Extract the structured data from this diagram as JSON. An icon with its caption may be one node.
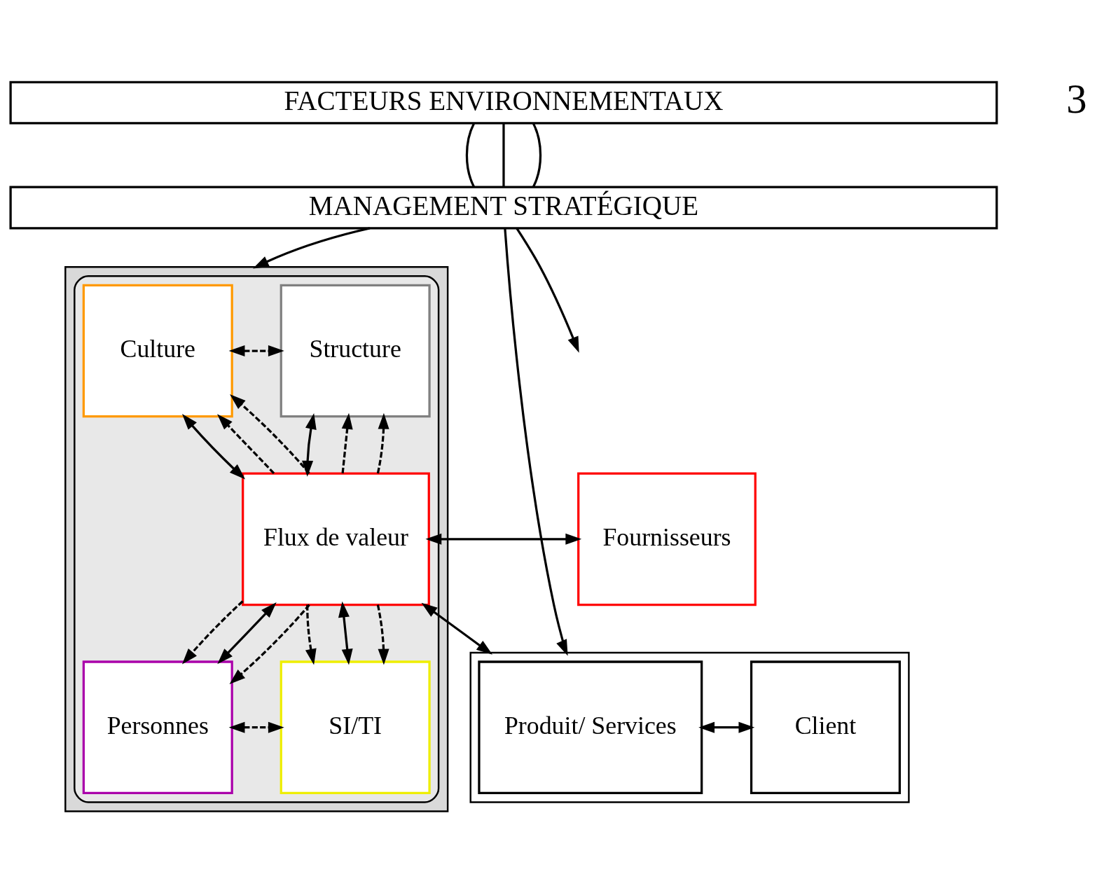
{
  "diagram": {
    "nodes": [
      {
        "text": [
          "FACTEURS ENVIRONNEMENTAUX"
        ]
      },
      {
        "text": [
          "MANAGEMENT STRATÉGIQUE"
        ]
      },
      {
        "text": [],
        "shape": "box"
      },
      {
        "text": [],
        "shape": "octagon",
        "in": 2
      },
      {
        "text": [
          "Culture"
        ],
        "in": 3
      },
      {
        "text": [
          "Structure"
        ],
        "in": 3
      },
      {
        "text": [
          "Flux de valeur"
        ],
        "in": 3
      },
      {
        "text": [
          "Personnes"
        ],
        "in": 3
      },
      {
        "text": [
          "SI/TI"
        ],
        "in": 3
      },
      {
        "text": [
          "Fournisseurs"
        ]
      },
      {
        "text": [],
        "shape": "box"
      },
      {
        "text": [
          "Produit/ Services"
        ],
        "in": 10
      },
      {
        "text": [
          "Client"
        ],
        "in": 10
      }
    ],
    "edges": [
      {
        "from": 0,
        "to": 1,
        "arrow": "none"
      },
      {
        "from": 0,
        "to": 1,
        "arrow": "none"
      },
      {
        "from": 0,
        "to": 1,
        "arrow": "none"
      },
      {
        "from": 1,
        "to": null,
        "arrow": "to"
      },
      {
        "from": 1,
        "to": 2,
        "arrow": "to"
      },
      {
        "from": 1,
        "to": 10,
        "arrow": "to"
      },
      {
        "from": 4,
        "to": 5,
        "arrow": "both",
        "style": "dashed"
      },
      {
        "from": 6,
        "to": 4,
        "arrow": "to",
        "style": "dashed"
      },
      {
        "from": 6,
        "to": 5,
        "arrow": "to",
        "style": "dashed"
      },
      {
        "from": 6,
        "to": 4,
        "arrow": "to",
        "style": "dashed"
      },
      {
        "from": 4,
        "to": 6,
        "arrow": "both"
      },
      {
        "from": 6,
        "to": 5,
        "arrow": "to",
        "style": "dashed"
      },
      {
        "from": 5,
        "to": 6,
        "arrow": "both"
      },
      {
        "from": 9,
        "to": 6,
        "arrow": "both"
      },
      {
        "from": 6,
        "to": 10,
        "arrow": "both"
      },
      {
        "from": 6,
        "to": 7,
        "arrow": "to",
        "style": "dashed"
      },
      {
        "from": 6,
        "to": 7,
        "arrow": "both"
      },
      {
        "from": 6,
        "to": 8,
        "arrow": "to",
        "style": "dashed"
      },
      {
        "from": 6,
        "to": 8,
        "arrow": "both"
      },
      {
        "from": 6,
        "to": 7,
        "arrow": "to",
        "style": "dashed"
      },
      {
        "from": 6,
        "to": 8,
        "arrow": "to",
        "style": "dashed"
      },
      {
        "from": 7,
        "to": 8,
        "arrow": "both",
        "style": "dashed"
      },
      {
        "from": 11,
        "to": 12,
        "arrow": "both"
      }
    ],
    "labels": [
      "3"
    ]
  }
}
